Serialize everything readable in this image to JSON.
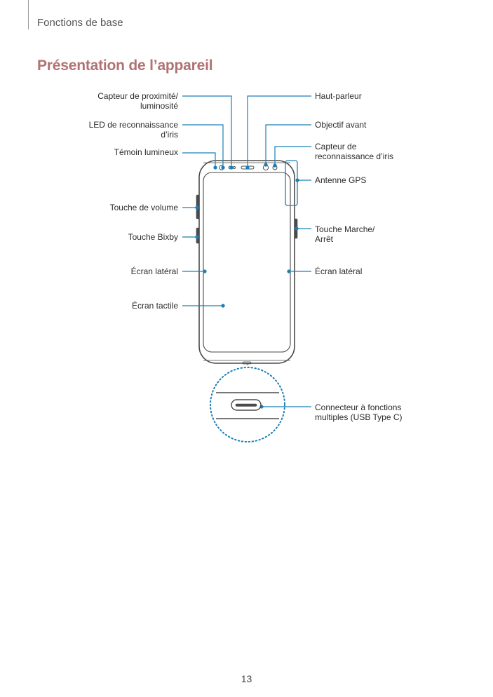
{
  "header": {
    "section": "Fonctions de base"
  },
  "title": "Présentation de l’appareil",
  "labels": {
    "proximity_l1": "Capteur de proximité/",
    "proximity_l2": "luminosité",
    "iris_led_l1": "LED de reconnaissance",
    "iris_led_l2": "d’iris",
    "indicator": "Témoin lumineux",
    "volume": "Touche de volume",
    "bixby": "Touche Bixby",
    "edge_left": "Écran latéral",
    "touchscreen": "Écran tactile",
    "speaker": "Haut-parleur",
    "front_camera": "Objectif avant",
    "iris_sensor_l1": "Capteur de",
    "iris_sensor_l2": "reconnaissance d’iris",
    "gps": "Antenne GPS",
    "power_l1": "Touche Marche/",
    "power_l2": "Arrêt",
    "edge_right": "Écran latéral",
    "connector_l1": "Connecteur à fonctions",
    "connector_l2": "multiples (USB Type C)"
  },
  "colors": {
    "callout": "#1a7fb3",
    "title": "#b17272",
    "device": "#4a4a4a"
  },
  "page_number": "13"
}
